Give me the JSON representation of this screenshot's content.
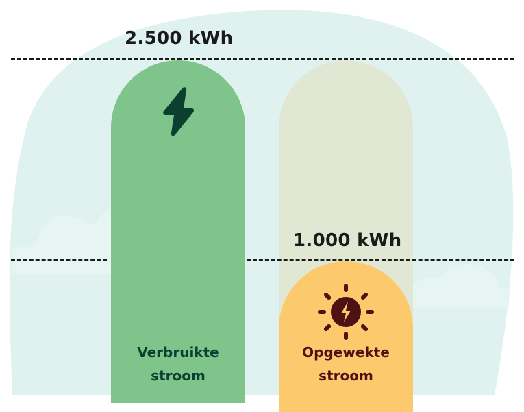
{
  "chart_data": {
    "type": "bar",
    "title": "",
    "categories": [
      "Verbruikte stroom",
      "Opgewekte stroom"
    ],
    "values": [
      2500,
      1000
    ],
    "unit": "kWh",
    "reference_lines": [
      {
        "label": "2.500 kWh",
        "value": 2500
      },
      {
        "label": "1.000 kWh",
        "value": 1000
      }
    ],
    "xlabel": "",
    "ylabel": "",
    "grid": false,
    "legend": "none"
  },
  "labels": {
    "top_value": "2.500 kWh",
    "mid_value": "1.000 kWh",
    "consumed_line1": "Verbruikte",
    "consumed_line2": "stroom",
    "generated_line1": "Opgewekte",
    "generated_line2": "stroom"
  },
  "icons": {
    "consumed": "lightning-bolt-icon",
    "generated": "sun-lightning-icon"
  },
  "colors": {
    "background_blob": "#dff2ef",
    "consumed_bar": "#7fc48a",
    "consumed_text": "#0b4030",
    "generated_track": "#e0e8d4",
    "generated_bar": "#fcc96c",
    "generated_text": "#4e1215",
    "dash_line": "#1a1a1a"
  }
}
